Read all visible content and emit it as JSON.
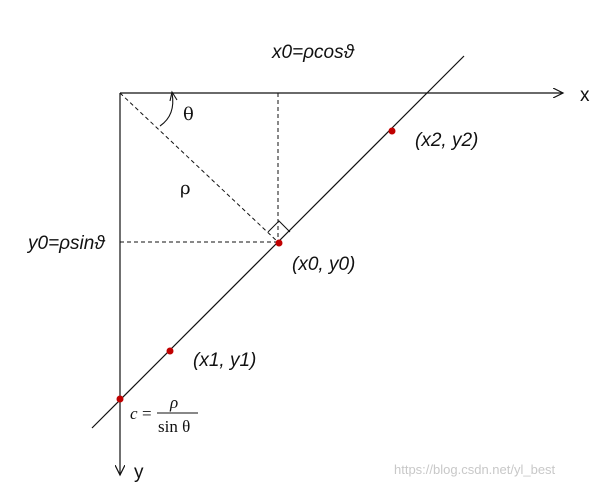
{
  "axes": {
    "x_label": "x",
    "y_label": "y"
  },
  "angle_label": "θ",
  "rho_label": "ρ",
  "x0_formula": "x0=ρcosϑ",
  "y0_formula": "y0=ρsinϑ",
  "points": {
    "p0": "(x0, y0)",
    "p1": "(x1, y1)",
    "p2": "(x2, y2)"
  },
  "intercept": {
    "lhs": "c",
    "eq": "=",
    "numerator": "ρ",
    "denominator": "sin θ"
  },
  "watermark": "https://blog.csdn.net/yl_best",
  "colors": {
    "line": "#111111",
    "point": "#c00000",
    "dash": "#111111"
  }
}
